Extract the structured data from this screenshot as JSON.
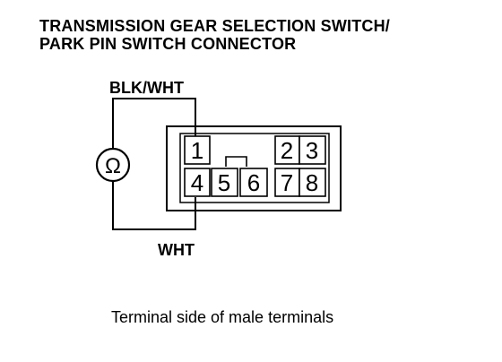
{
  "title": {
    "line1": "TRANSMISSION GEAR SELECTION SWITCH/",
    "line2": "PARK PIN SWITCH CONNECTOR"
  },
  "wires": {
    "top_label": "BLK/WHT",
    "bottom_label": "WHT"
  },
  "meter": {
    "symbol": "Ω"
  },
  "connector": {
    "terminals": [
      "1",
      "2",
      "3",
      "4",
      "5",
      "6",
      "7",
      "8"
    ]
  },
  "caption": "Terminal side of male terminals"
}
